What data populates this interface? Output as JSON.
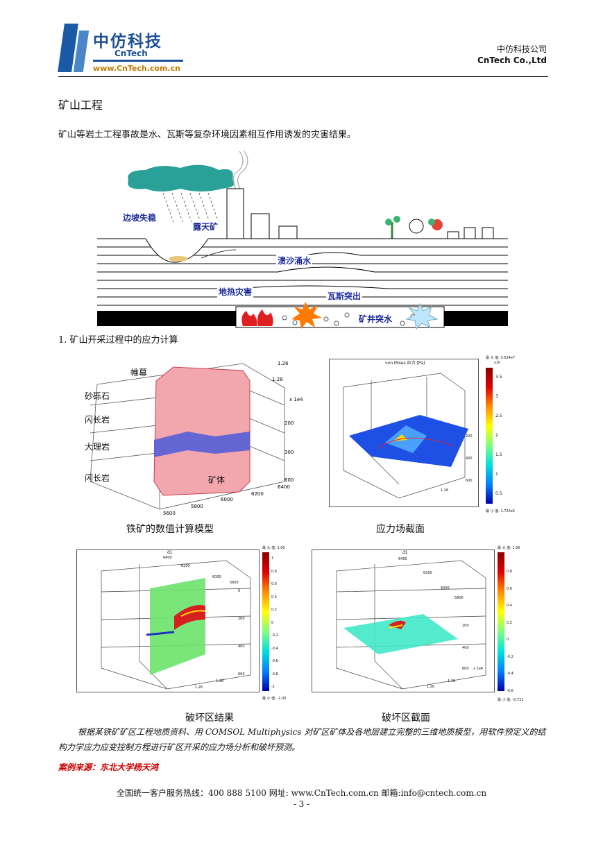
{
  "header": {
    "logo_cn": "中仿科技",
    "logo_en": "CnTech",
    "logo_url": "www.CnTech.com.cn",
    "company_cn": "中仿科技公司",
    "company_en": "CnTech Co.,Ltd"
  },
  "title": "矿山工程",
  "intro": "矿山等岩土工程事故是水、瓦斯等复杂环境因素相互作用诱发的灾害结果。",
  "hazards": {
    "slope": "边坡失稳",
    "openpit": "露天矿",
    "sand": "溃沙涌水",
    "geothermal": "地热灾害",
    "gas": "瓦斯突出",
    "water": "矿井突水"
  },
  "section1": "1.   矿山开采过程中的应力计算",
  "model": {
    "labels": {
      "curtain": "帷幕",
      "gravel": "砂砾石",
      "diorite1": "闪长岩",
      "marble": "大理岩",
      "diorite2": "闪长岩",
      "orebody": "矿体"
    },
    "ticks": {
      "t1": "1.26",
      "t2": "1.28",
      "t3": "x 1e4",
      "t4": "200",
      "t5": "300",
      "t6": "600",
      "t7": "6400",
      "t8": "6200",
      "t9": "6000",
      "t10": "5800",
      "t11": "5600"
    }
  },
  "stress": {
    "title": "von Mises 应力 [Pa]",
    "max": "最 大 值: 3.524e7",
    "exp": "x10",
    "colorbar": [
      "3.5",
      "3",
      "2.5",
      "2",
      "1.5",
      "1",
      "0.5"
    ],
    "min": "最 小 值: 1.725e5",
    "ticks": [
      "200",
      "400",
      "600",
      "1.26"
    ]
  },
  "damage": {
    "title": "d1",
    "max": "最 大 值: 1.00",
    "colorbar": [
      "1",
      "0.8",
      "0.6",
      "0.4",
      "0.2",
      "0",
      "-0.2",
      "-0.4",
      "-0.6",
      "-0.8",
      "-1"
    ],
    "min": "最 小 值: -1.00",
    "ticks": [
      "6400",
      "6200",
      "6000",
      "5800",
      "0",
      "200",
      "400",
      "600",
      "1.26",
      "1.28"
    ]
  },
  "damage_section": {
    "title": "d1",
    "max": "最 大 值: 1.00",
    "colorbar": [
      "0.8",
      "0.6",
      "0.4",
      "0.2",
      "0",
      "-0.2",
      "-0.4",
      "-0.6"
    ],
    "min": "最 小 值: -0.721",
    "ticks": [
      "6400",
      "6200",
      "6000",
      "5800",
      "200",
      "400",
      "600",
      "x 1e4",
      "1.26",
      "1.28"
    ]
  },
  "captions": {
    "model": "铁矿的数值计算模型",
    "stress": "应力场截面",
    "damage": "破坏区结果",
    "damage_section": "破坏区截面"
  },
  "paragraph": "根据某铁矿矿区工程地质资料、用 COMSOL Multiphysics 对矿区矿体及各地层建立完整的三维地质模型，用软件预定义的结构力学应力应变控制方程进行矿区开采的应力场分析和破坏预测。",
  "source": "案例来源：东北大学杨天鸿",
  "footer": "全国统一客户服务热线：400 888 5100    网址: www.CnTech.com.cn    邮箱:info@cntech.com.cn",
  "page": "- 3 -",
  "colors": {
    "brand": "#1b4f95",
    "accent": "#c47a00",
    "cloud": "#2aa198",
    "label": "#1a2a9a",
    "source": "#cc0000"
  }
}
